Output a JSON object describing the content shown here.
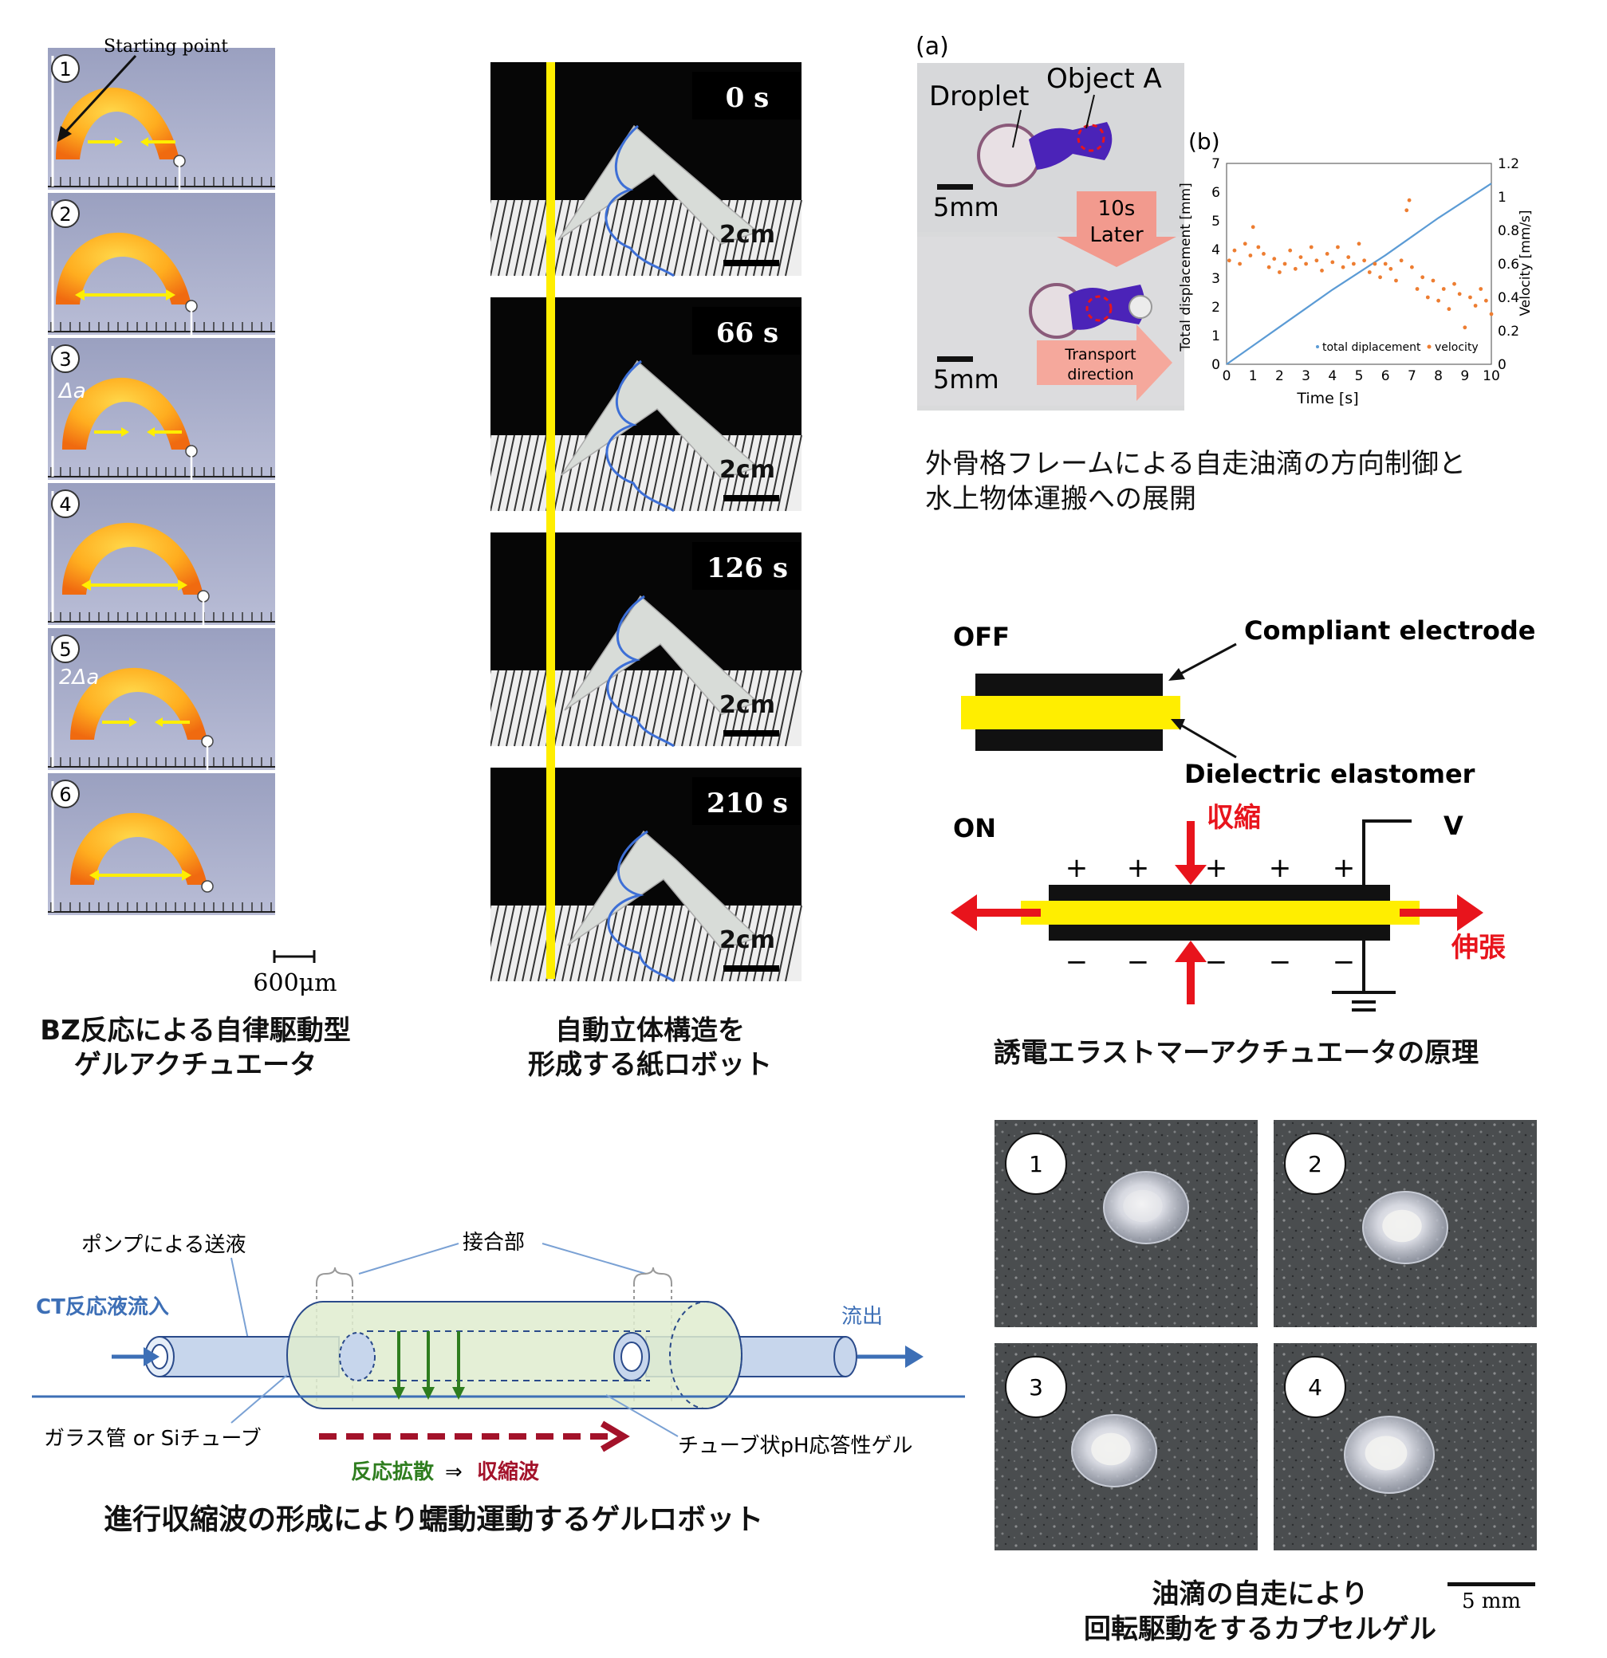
{
  "panel_gel_bz": {
    "starting_point": "Starting point",
    "frame_numbers": [
      "1",
      "2",
      "3",
      "4",
      "5",
      "6"
    ],
    "delta_a": "Δa",
    "two_delta_a": "2Δa",
    "scale": "600μm",
    "caption_line1": "BZ反応による自律駆動型",
    "caption_line2": "ゲルアクチュエータ"
  },
  "panel_paper_robot": {
    "times": [
      "0 s",
      "66 s",
      "126 s",
      "210 s"
    ],
    "scale": "2cm",
    "caption_line1": "自動立体構造を",
    "caption_line2": "形成する紙ロボット"
  },
  "panel_droplet": {
    "label_a": "(a)",
    "label_b": "(b)",
    "droplet": "Droplet",
    "object_a": "Object A",
    "scale": "5mm",
    "later_line1": "10s",
    "later_line2": "Later",
    "transport_line1": "Transport",
    "transport_line2": "direction",
    "caption_line1": "外骨格フレームによる自走油滴の方向制御と",
    "caption_line2": "水上物体運搬への展開"
  },
  "chart_data": {
    "type": "scatter",
    "xlabel": "Time [s]",
    "ylabel": "Total displacement [mm]",
    "y2label": "Velocity [mm/s]",
    "xlim": [
      0,
      10
    ],
    "ylim": [
      0,
      7
    ],
    "y2lim": [
      0,
      1.2
    ],
    "x_ticks": [
      "0",
      "1",
      "2",
      "3",
      "4",
      "5",
      "6",
      "7",
      "8",
      "9",
      "10"
    ],
    "y_ticks": [
      "0",
      "1",
      "2",
      "3",
      "4",
      "5",
      "6",
      "7"
    ],
    "y2_ticks": [
      "0",
      "0.2",
      "0.4",
      "0.6",
      "0.8",
      "1",
      "1.2"
    ],
    "legend_position": "bottom-right",
    "grid": false,
    "series": [
      {
        "name": "total diplacement",
        "axis": "left",
        "color": "#5b9bd5",
        "x": [
          0,
          1,
          2,
          3,
          4,
          5,
          6,
          7,
          8,
          9,
          10
        ],
        "y": [
          0,
          0.65,
          1.3,
          1.95,
          2.6,
          3.2,
          3.8,
          4.45,
          5.1,
          5.7,
          6.3
        ]
      },
      {
        "name": "velocity",
        "axis": "right",
        "color": "#ed7d31",
        "x": [
          0.1,
          0.3,
          0.5,
          0.7,
          0.9,
          1.0,
          1.2,
          1.4,
          1.6,
          1.8,
          2.0,
          2.2,
          2.4,
          2.6,
          2.8,
          3.0,
          3.2,
          3.4,
          3.6,
          3.8,
          4.0,
          4.2,
          4.4,
          4.6,
          4.8,
          5.0,
          5.2,
          5.4,
          5.6,
          5.8,
          6.0,
          6.2,
          6.4,
          6.6,
          6.8,
          6.9,
          7.0,
          7.2,
          7.4,
          7.6,
          7.8,
          8.0,
          8.2,
          8.4,
          8.6,
          8.8,
          9.0,
          9.2,
          9.4,
          9.6,
          9.8,
          10.0
        ],
        "y": [
          0.62,
          0.68,
          0.6,
          0.72,
          0.65,
          0.82,
          0.7,
          0.66,
          0.58,
          0.63,
          0.55,
          0.6,
          0.68,
          0.57,
          0.64,
          0.6,
          0.7,
          0.62,
          0.56,
          0.66,
          0.61,
          0.7,
          0.58,
          0.64,
          0.6,
          0.72,
          0.62,
          0.55,
          0.6,
          0.52,
          0.6,
          0.57,
          0.5,
          0.62,
          0.92,
          0.98,
          0.58,
          0.45,
          0.52,
          0.4,
          0.5,
          0.38,
          0.45,
          0.33,
          0.48,
          0.42,
          0.22,
          0.4,
          0.35,
          0.45,
          0.38,
          0.3
        ]
      }
    ]
  },
  "panel_dea": {
    "off": "OFF",
    "on": "ON",
    "compliant_electrode": "Compliant electrode",
    "dielectric_elastomer": "Dielectric elastomer",
    "contract": "収縮",
    "extend": "伸張",
    "voltage": "V",
    "plus": "+",
    "minus": "−",
    "caption": "誘電エラストマーアクチュエータの原理"
  },
  "panel_peristaltic": {
    "pump": "ポンプによる送液",
    "joint": "接合部",
    "inflow": "CT反応液流入",
    "outflow": "流出",
    "glass_tube": "ガラス管 or Siチューブ",
    "ph_gel": "チューブ状pH応答性ゲル",
    "diffusion": "反応拡散",
    "arrow": "⇒",
    "contraction_wave": "収縮波",
    "caption": "進行収縮波の形成により蠕動運動するゲルロボット"
  },
  "panel_capsule": {
    "numbers": [
      "1",
      "2",
      "3",
      "4"
    ],
    "scale": "5 mm",
    "caption_line1": "油滴の自走により",
    "caption_line2": "回転駆動をするカプセルゲル"
  },
  "colors": {
    "yellow": "#ffee00",
    "red": "#e8141c",
    "blue_text": "#3d6fb6",
    "green_arrow": "#2e7d1e",
    "crimson": "#a3122a"
  }
}
